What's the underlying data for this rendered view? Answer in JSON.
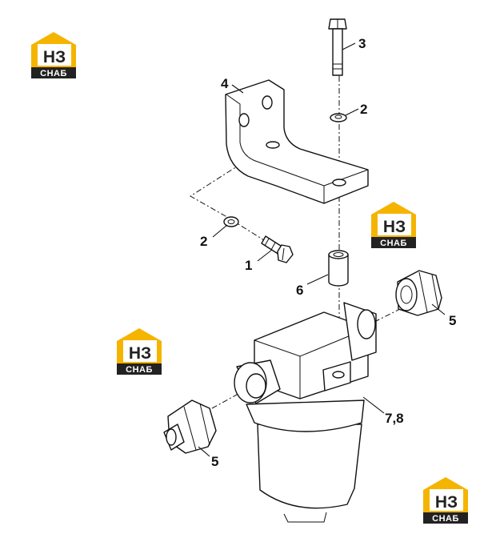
{
  "logo": {
    "brand": "НЗ",
    "sub": "СНАБ",
    "colors": {
      "accent": "#f5b400",
      "dark": "#222222",
      "text": "#ffffff"
    }
  },
  "callouts": [
    {
      "id": "c1",
      "label": "1"
    },
    {
      "id": "c2a",
      "label": "2"
    },
    {
      "id": "c2b",
      "label": "2"
    },
    {
      "id": "c3",
      "label": "3"
    },
    {
      "id": "c4",
      "label": "4"
    },
    {
      "id": "c5a",
      "label": "5"
    },
    {
      "id": "c5b",
      "label": "5"
    },
    {
      "id": "c6",
      "label": "6"
    },
    {
      "id": "c78",
      "label": "7,8"
    }
  ]
}
